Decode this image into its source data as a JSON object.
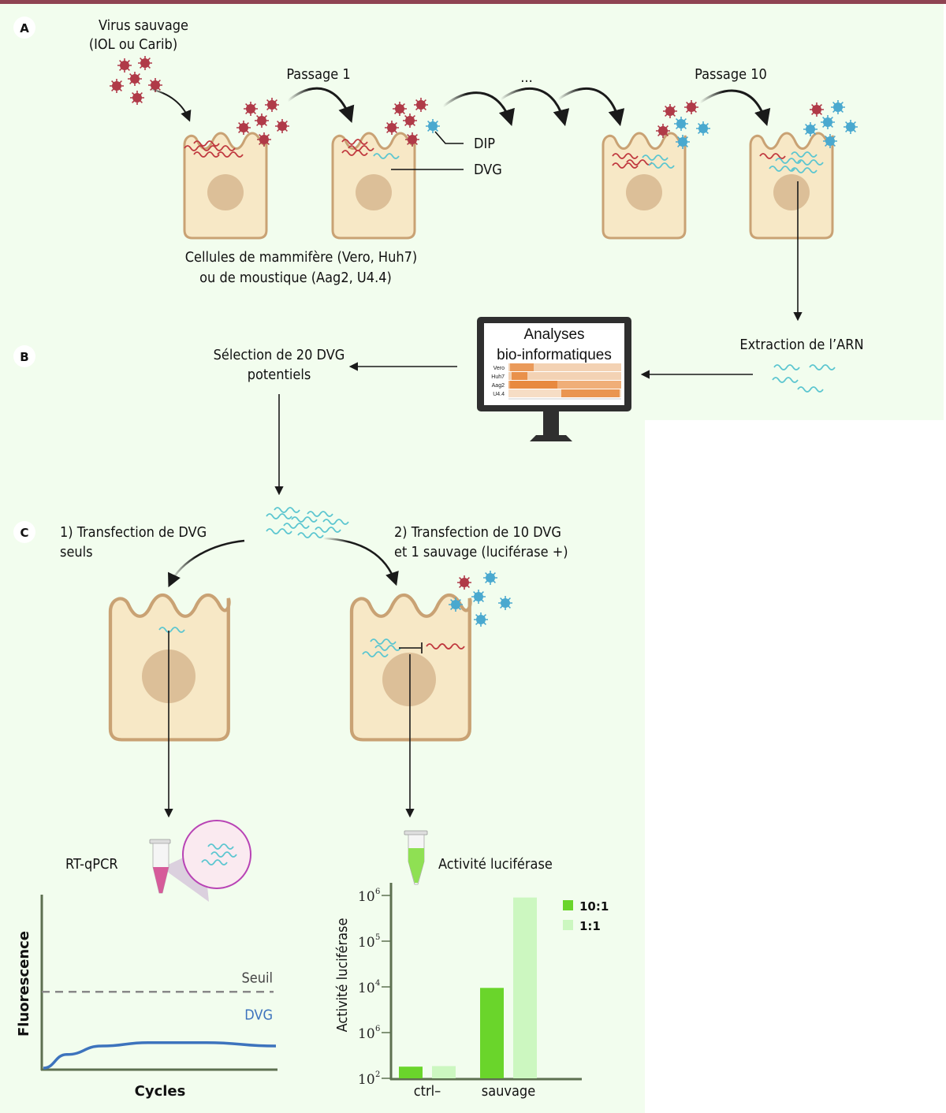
{
  "figure": {
    "panels": {
      "A": {
        "badge": "A",
        "wild_virus_label_line1": "Virus sauvage",
        "wild_virus_label_line2": "(IOL ou Carib)",
        "passage1_label": "Passage 1",
        "ellipsis_label": "...",
        "passage10_label": "Passage 10",
        "dip_label": "DIP",
        "dvg_label": "DVG",
        "cells_label_line1": "Cellules de mammifère (Vero, Huh7)",
        "cells_label_line2": "ou de moustique (Aag2, U4.4)"
      },
      "B": {
        "badge": "B",
        "extraction_label": "Extraction de l’ARN",
        "screen_title_line1": "Analyses",
        "screen_title_line2": "bio-informatiques",
        "heatmap_rows": [
          "Vero",
          "Huh7",
          "Aag2",
          "U4.4"
        ],
        "selection_label_line1": "Sélection de 20 DVG",
        "selection_label_line2": "potentiels"
      },
      "C": {
        "badge": "C",
        "step1_line1": "1) Transfection de DVG",
        "step1_line2": "seuls",
        "step2_line1": "2) Transfection de 10 DVG",
        "step2_line2": "et 1 sauvage (luciférase +)",
        "rtqpcr_label": "RT-qPCR",
        "luciferase_label": "Activité luciférase"
      }
    },
    "colors": {
      "wild_virus": "#b03a48",
      "dip_virus": "#4aa9cf",
      "dvg_rna": "#5cc6d0",
      "wild_rna": "#c0393f",
      "cell_fill": "#f7e8c6",
      "cell_stroke": "#c9a274",
      "nucleus": "#dcbf98",
      "bar_dark": "#6ad52b",
      "bar_light": "#ccf7c0",
      "dvg_curve": "#3d73bd"
    }
  },
  "chart_data": [
    {
      "type": "line",
      "title": "",
      "xlabel": "Cycles",
      "ylabel": "Fluorescence",
      "grid": false,
      "series": [
        {
          "name": "DVG",
          "x": [
            0,
            0.1,
            0.25,
            0.45,
            0.7,
            1.0
          ],
          "values": [
            0.0,
            0.08,
            0.13,
            0.15,
            0.15,
            0.13
          ]
        }
      ],
      "threshold": {
        "name": "Seuil",
        "value": 0.45,
        "style": "dashed"
      },
      "ylim": [
        0,
        1
      ],
      "xlim": [
        0,
        1
      ]
    },
    {
      "type": "bar",
      "title": "",
      "xlabel": "",
      "ylabel": "Activité luciférase",
      "scale": "log",
      "categories": [
        "ctrl–",
        "sauvage"
      ],
      "series": [
        {
          "name": "10:1",
          "values": [
            180,
            9500
          ]
        },
        {
          "name": "1:1",
          "values": [
            185,
            900000
          ]
        }
      ],
      "ytick_labels": [
        {
          "base": "10",
          "exp": "2"
        },
        {
          "base": "10",
          "exp": "6"
        },
        {
          "base": "10",
          "exp": "4"
        },
        {
          "base": "10",
          "exp": "5"
        },
        {
          "base": "10",
          "exp": "6"
        }
      ],
      "ytick_values": [
        100,
        1000,
        10000,
        100000,
        1000000
      ],
      "ylim": [
        100,
        1000000
      ],
      "legend_position": "top-right"
    }
  ]
}
